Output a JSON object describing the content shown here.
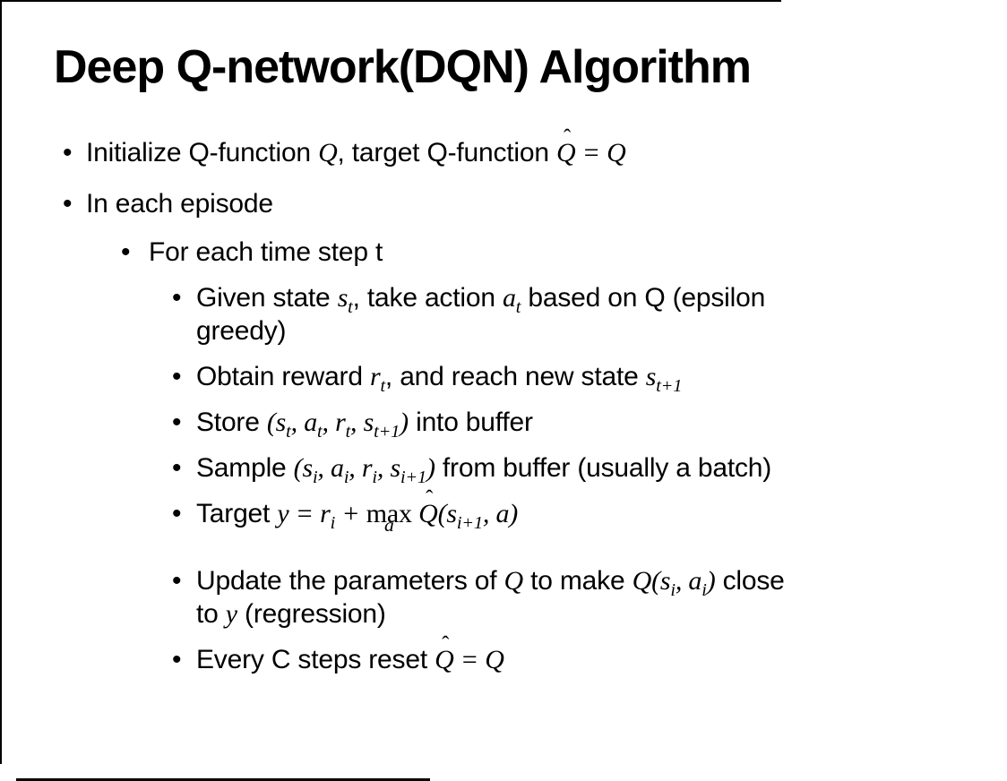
{
  "slide": {
    "title": "Deep Q-network(DQN) Algorithm",
    "bullet_glyph": "•",
    "bullets": [
      {
        "level": 1,
        "lines": [
          [
            [
              "t",
              "Initialize Q-function "
            ],
            [
              "m",
              "Q"
            ],
            [
              "t",
              ", target Q-function "
            ],
            [
              "hat",
              "Q"
            ],
            [
              "m",
              " = "
            ],
            [
              "m",
              "Q"
            ]
          ]
        ]
      },
      {
        "level": 1,
        "lines": [
          [
            [
              "t",
              "In each episode"
            ]
          ]
        ]
      },
      {
        "level": 2,
        "lines": [
          [
            [
              "t",
              "For each time step t"
            ]
          ]
        ]
      },
      {
        "level": 3,
        "lines": [
          [
            [
              "t",
              "Given state "
            ],
            [
              "sub",
              "s",
              "t"
            ],
            [
              "t",
              ", take action "
            ],
            [
              "sub",
              "a",
              "t"
            ],
            [
              "t",
              " based on Q (epsilon"
            ]
          ],
          [
            [
              "t",
              "greedy)"
            ]
          ]
        ]
      },
      {
        "level": 3,
        "lines": [
          [
            [
              "t",
              "Obtain reward "
            ],
            [
              "sub",
              "r",
              "t"
            ],
            [
              "t",
              ", and reach new state "
            ],
            [
              "sub",
              "s",
              "t+1"
            ]
          ]
        ]
      },
      {
        "level": 3,
        "lines": [
          [
            [
              "t",
              "Store "
            ],
            [
              "m",
              "("
            ],
            [
              "sub",
              "s",
              "t"
            ],
            [
              "m",
              ", "
            ],
            [
              "sub",
              "a",
              "t"
            ],
            [
              "m",
              ", "
            ],
            [
              "sub",
              "r",
              "t"
            ],
            [
              "m",
              ", "
            ],
            [
              "sub",
              "s",
              "t+1"
            ],
            [
              "m",
              ")"
            ],
            [
              "t",
              " into buffer"
            ]
          ]
        ]
      },
      {
        "level": 3,
        "lines": [
          [
            [
              "t",
              "Sample "
            ],
            [
              "m",
              "("
            ],
            [
              "sub",
              "s",
              "i"
            ],
            [
              "m",
              ", "
            ],
            [
              "sub",
              "a",
              "i"
            ],
            [
              "m",
              ", "
            ],
            [
              "sub",
              "r",
              "i"
            ],
            [
              "m",
              ", "
            ],
            [
              "sub",
              "s",
              "i+1"
            ],
            [
              "m",
              ")"
            ],
            [
              "t",
              " from buffer (usually a batch)"
            ]
          ]
        ]
      },
      {
        "level": 3,
        "lines": [
          [
            [
              "t",
              "Target "
            ],
            [
              "m",
              "y"
            ],
            [
              "m",
              " = "
            ],
            [
              "sub",
              "r",
              "i"
            ],
            [
              "m",
              " + "
            ],
            [
              "max",
              "max",
              "a"
            ],
            [
              "m",
              " "
            ],
            [
              "hat",
              "Q"
            ],
            [
              "m",
              "("
            ],
            [
              "sub",
              "s",
              "i+1"
            ],
            [
              "m",
              ", "
            ],
            [
              "m",
              "a"
            ],
            [
              "m",
              ")"
            ]
          ]
        ]
      },
      {
        "level": 3,
        "lines": [
          [
            [
              "t",
              "Update the parameters of "
            ],
            [
              "m",
              "Q"
            ],
            [
              "t",
              " to make "
            ],
            [
              "m",
              "Q"
            ],
            [
              "m",
              "("
            ],
            [
              "sub",
              "s",
              "i"
            ],
            [
              "m",
              ", "
            ],
            [
              "sub",
              "a",
              "i"
            ],
            [
              "m",
              ")"
            ],
            [
              "t",
              " close"
            ]
          ],
          [
            [
              "t",
              "to "
            ],
            [
              "m",
              "y"
            ],
            [
              "t",
              " (regression)"
            ]
          ]
        ]
      },
      {
        "level": 3,
        "lines": [
          [
            [
              "t",
              "Every C steps reset "
            ],
            [
              "hat",
              "Q"
            ],
            [
              "m",
              " = "
            ],
            [
              "m",
              "Q"
            ]
          ]
        ]
      }
    ]
  },
  "colors": {
    "background": "#ffffff",
    "text": "#000000",
    "border": "#000000"
  }
}
